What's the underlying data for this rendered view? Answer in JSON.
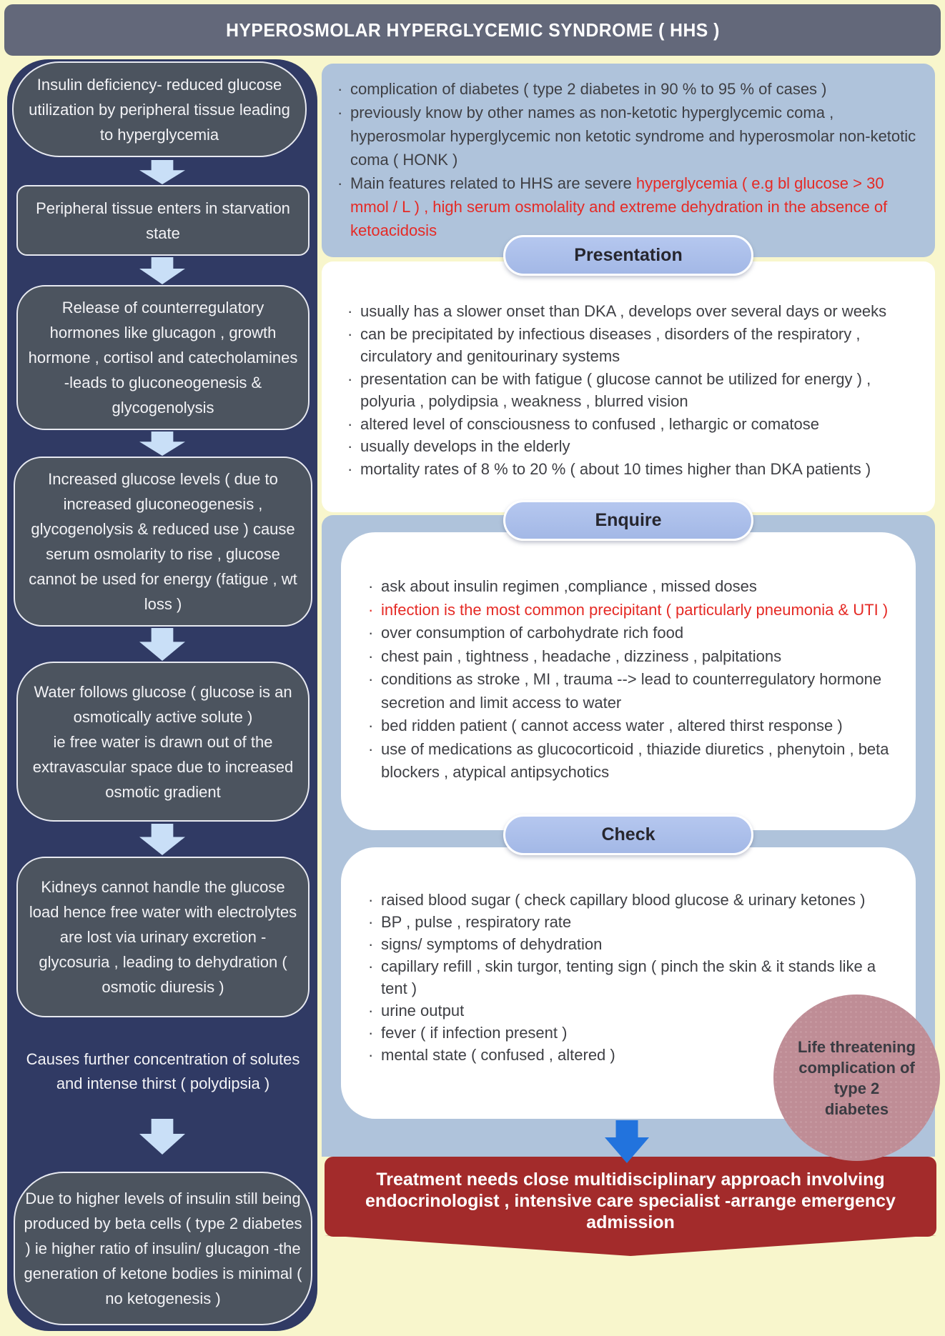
{
  "colors": {
    "background": "#F8F6CC",
    "header_gray": "#63687A",
    "navy_panel": "#303A64",
    "flow_box_gray": "#4C545F",
    "flow_arrow_blue": "#C9DFF7",
    "panel_blue": "#AFC3DB",
    "pill_blue": "#A9BEE8",
    "white_box": "#FFFFFF",
    "alert_red_text": "#E52A25",
    "banner_red": "#A32B2B",
    "action_arrow_blue": "#2273DD",
    "circle_pink": "#BF8D96"
  },
  "header": {
    "title": "HYPEROSMOLAR HYPERGLYCEMIC SYNDROME ( HHS )"
  },
  "flowchart": {
    "steps": [
      "Insulin deficiency- reduced glucose utilization by peripheral tissue  leading to hyperglycemia",
      "Peripheral tissue enters in starvation state",
      "Release of counterregulatory hormones like glucagon , growth hormone , cortisol and catecholamines -leads to gluconeogenesis & glycogenolysis",
      "Increased glucose levels ( due to increased gluconeogenesis , glycogenolysis & reduced use ) cause serum osmolarity to rise , glucose cannot be used for energy (fatigue , wt loss )",
      "Water follows glucose ( glucose is an osmotically active solute )\nie free water is drawn out of the extravascular space due to increased osmotic gradient",
      "Kidneys cannot handle the glucose load hence free water with electrolytes are lost via urinary excretion -glycosuria , leading to dehydration ( osmotic diuresis )",
      "Causes further concentration of solutes and intense thirst ( polydipsia )",
      "Due to higher levels of insulin still being produced by beta cells ( type 2 diabetes ) ie higher ratio of insulin/ glucagon -the generation of ketone bodies is minimal ( no ketogenesis )"
    ]
  },
  "overview": {
    "bullets": [
      {
        "text": "complication of diabetes ( type 2 diabetes in 90 % to 95 % of cases )"
      },
      {
        "text": "previously know by other names as non-ketotic hyperglycemic coma , hyperosmolar hyperglycemic non ketotic syndrome and hyperosmolar non-ketotic coma ( HONK )"
      },
      {
        "normal": "Main features related to HHS are severe",
        "red": " hyperglycemia ( e.g bl glucose > 30 mmol / L )  , high serum osmolality and extreme dehydration in the absence of ketoacidosis"
      }
    ]
  },
  "presentation": {
    "label": "Presentation",
    "bullets": [
      "usually has a slower onset than DKA , develops over several days or weeks",
      "can be precipitated by infectious diseases , disorders of the respiratory , circulatory and genitourinary systems",
      "presentation can be with fatigue ( glucose cannot be utilized for energy ) , polyuria , polydipsia , weakness , blurred vision",
      "altered level of consciousness to confused , lethargic or comatose",
      "usually develops in the elderly",
      "mortality rates of 8 % to 20 % ( about 10 times higher than DKA patients )"
    ]
  },
  "enquire": {
    "label": "Enquire",
    "bullets": [
      "ask about insulin regimen ,compliance , missed doses",
      "infection is the most common precipitant ( particularly pneumonia & UTI )",
      "over consumption of carbohydrate rich food",
      "chest pain , tightness , headache , dizziness , palpitations",
      "conditions as stroke , MI , trauma --> lead to counterregulatory hormone secretion and limit access to water",
      "bed ridden patient ( cannot access water , altered thirst response )",
      "use of medications as glucocorticoid , thiazide diuretics , phenytoin , beta blockers , atypical antipsychotics"
    ]
  },
  "check": {
    "label": "Check",
    "bullets": [
      "raised blood sugar ( check capillary blood glucose & urinary ketones )",
      "BP , pulse , respiratory rate",
      "signs/ symptoms of dehydration",
      "capillary refill , skin turgor, tenting sign ( pinch the skin & it stands like a tent )",
      "urine output",
      "fever ( if infection present )",
      "mental state ( confused , altered )"
    ]
  },
  "circle_note": {
    "text": "Life threatening\ncomplication of\ntype 2\ndiabetes"
  },
  "treatment": {
    "text": "Treatment needs close multidisciplinary approach involving endocrinologist , intensive care specialist -arrange emergency admission"
  }
}
